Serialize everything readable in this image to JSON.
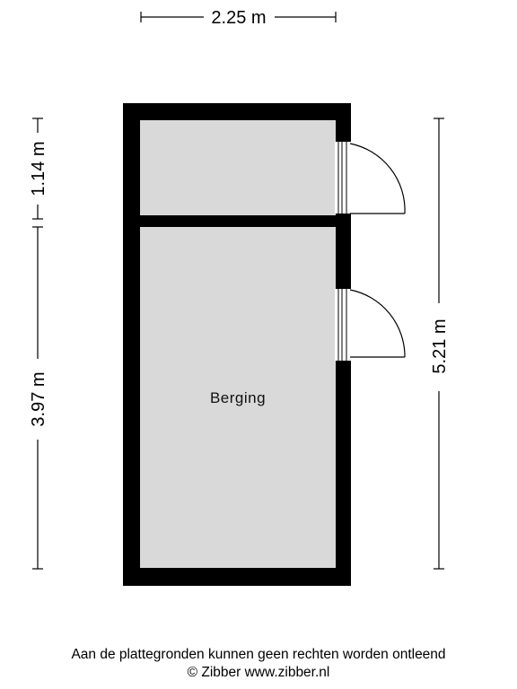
{
  "dimensions": {
    "width_top": "2.25 m",
    "height_left_upper": "1.14 m",
    "height_left_lower": "3.97 m",
    "height_right": "5.21 m"
  },
  "rooms": {
    "storage_label": "Berging"
  },
  "footer": {
    "disclaimer": "Aan de plattegronden kunnen geen rechten worden ontleend",
    "copyright": "© Zibber www.zibber.nl"
  },
  "colors": {
    "wall": "#000000",
    "floor": "#d9d9d9",
    "dimension_line": "#000000"
  }
}
